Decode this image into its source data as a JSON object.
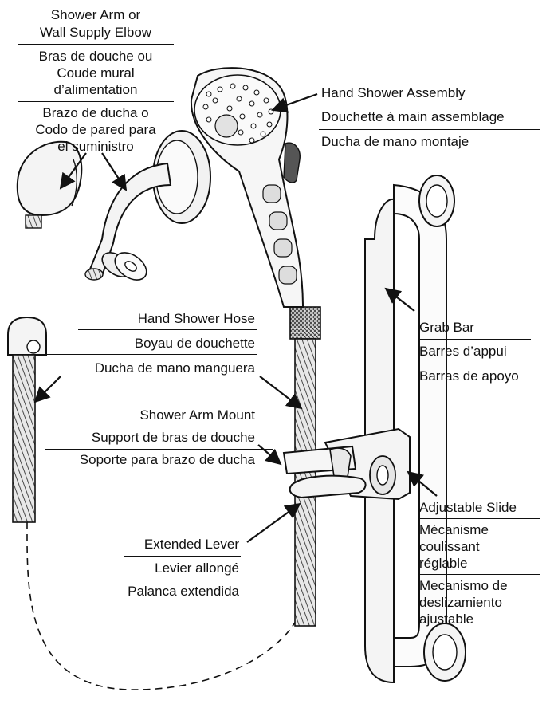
{
  "colors": {
    "ink": "#111111",
    "background": "#ffffff",
    "fixture": "#f4f4f4",
    "shade": "#d6d6d6"
  },
  "labels": {
    "shower_arm": {
      "en_1": "Shower Arm or",
      "en_2": "Wall Supply Elbow",
      "fr_1": "Bras de douche ou",
      "fr_2": "Coude mural",
      "fr_3": "d’alimentation",
      "es_1": "Brazo de ducha o",
      "es_2": "Codo de pared para",
      "es_3": "el suministro"
    },
    "hand_shower_assembly": {
      "en": "Hand Shower Assembly",
      "fr": "Douchette à main assemblage",
      "es": "Ducha de mano montaje"
    },
    "grab_bar": {
      "en": "Grab Bar",
      "fr": "Barres d’appui",
      "es": "Barras de apoyo"
    },
    "hand_shower_hose": {
      "en": "Hand Shower Hose",
      "fr": "Boyau de douchette",
      "es": "Ducha de mano manguera"
    },
    "shower_arm_mount": {
      "en": "Shower Arm Mount",
      "fr": "Support de bras de douche",
      "es": "Soporte para brazo de ducha"
    },
    "adjustable_slide": {
      "en": "Adjustable Slide",
      "fr_1": "Mécanisme",
      "fr_2": "coulissant",
      "fr_3": "réglable",
      "es_1": "Mecanismo de",
      "es_2": "deslizamiento",
      "es_3": "ajustable"
    },
    "extended_lever": {
      "en": "Extended Lever",
      "fr": "Levier allongé",
      "es": "Palanca extendida"
    }
  }
}
